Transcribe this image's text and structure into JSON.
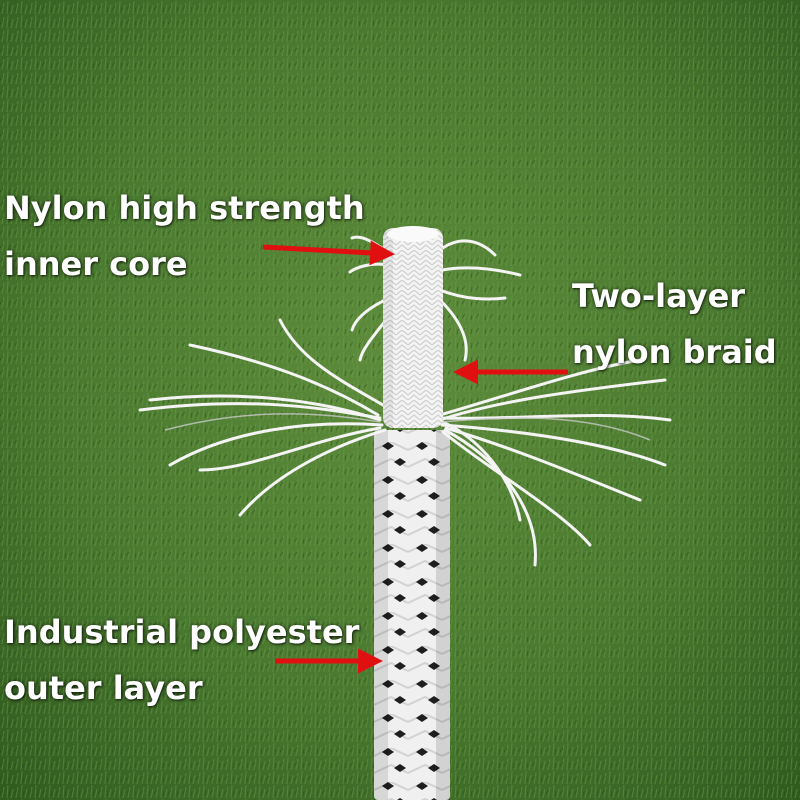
{
  "annotations": {
    "inner_core": {
      "lines": [
        "Nylon high strength",
        "inner core"
      ]
    },
    "braid": {
      "lines": [
        "Two-layer",
        "nylon braid"
      ]
    },
    "outer_layer": {
      "lines": [
        "Industrial polyester",
        "outer layer"
      ]
    }
  },
  "colors": {
    "arrow": "#e01010",
    "label_text": "#ffffff",
    "grass_dark": "#2f5a1e",
    "grass_light": "#5e8c3c",
    "rope_white": "#f2f2f2",
    "rope_pattern": "#1a1a1a"
  },
  "icons": {
    "arrow": "arrow-icon"
  }
}
